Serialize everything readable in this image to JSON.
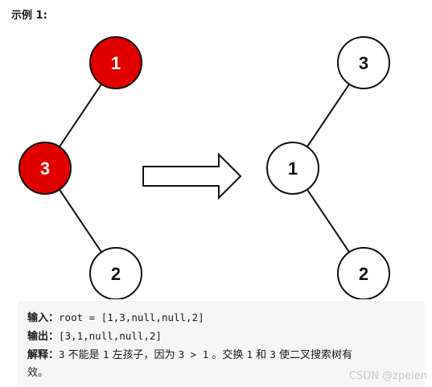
{
  "heading": "示例 1:",
  "trees": {
    "before": {
      "nodes": [
        {
          "id": "b1",
          "label": "1",
          "highlighted": true
        },
        {
          "id": "b3",
          "label": "3",
          "highlighted": true
        },
        {
          "id": "b2",
          "label": "2",
          "highlighted": false
        }
      ],
      "edges": [
        [
          "b1",
          "b3"
        ],
        [
          "b3",
          "b2"
        ]
      ]
    },
    "after": {
      "nodes": [
        {
          "id": "a3",
          "label": "3",
          "highlighted": false
        },
        {
          "id": "a1",
          "label": "1",
          "highlighted": false
        },
        {
          "id": "a2",
          "label": "2",
          "highlighted": false
        }
      ],
      "edges": [
        [
          "a3",
          "a1"
        ],
        [
          "a1",
          "a2"
        ]
      ]
    }
  },
  "colors": {
    "highlight_fill": "#e00000",
    "node_fill": "#ffffff",
    "stroke": "#111111",
    "label_on_highlight": "#ffffff",
    "label_default": "#111111"
  },
  "example": {
    "input_label": "输入：",
    "input_value": "root = [1,3,null,null,2]",
    "output_label": "输出：",
    "output_value": "[3,1,null,null,2]",
    "explain_label": "解释：",
    "explain_parts": [
      "3",
      " 不能是 ",
      "1",
      " 左孩子，因为 ",
      "3 > 1",
      " 。交换 ",
      "1",
      " 和 ",
      "3",
      " 使二叉搜索树有"
    ],
    "explain_cont": "效。"
  },
  "watermark": "CSDN @zpeien"
}
